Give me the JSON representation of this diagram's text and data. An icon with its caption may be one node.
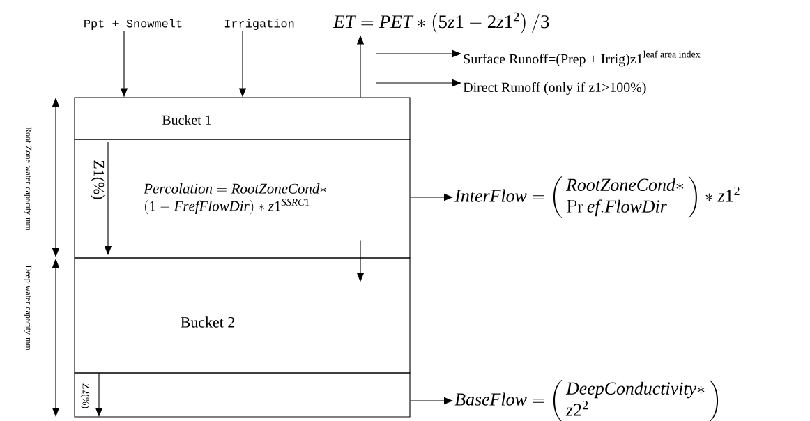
{
  "diagram": {
    "nodes": [
      {
        "text": [
          "Ppt + Snowmelt"
        ]
      },
      {
        "text": [
          "Irrigation"
        ]
      },
      {
        "text": [
          "ET = PET * \\left(5z1 - 2z1^{2}\\right)/3"
        ]
      },
      {
        "text": [
          "Bucket 1"
        ]
      },
      {
        "text": [
          "Z1(%)",
          "\\begin{array}{l} Percolation = RootZoneCond * \\\\ \\left(1 - FrefFlowDir\\right) * z1^{SSRC1} \\end{array}"
        ]
      },
      {
        "text": [
          "Bucket 2"
        ]
      },
      {
        "text": [
          "Z2(%)"
        ]
      },
      {
        "text": [
          "\\text{Surface Runoff=(Prep + Irrig)z1}^{\\text{leaf area index}}"
        ]
      },
      {
        "text": [
          "Direct Runoff (only if z1>100%)"
        ]
      },
      {
        "text": [
          "InterFlow = \\left(\\begin{array}{l} RootZoneCond * \\\\ \\mathrm{Pr}\\,ef.FlowDir \\end{array}\\right) * z1^{2}"
        ]
      },
      {
        "text": [
          "BaseFlow = \\left(\\begin{array}{l} DeepConductivity * \\\\ z2^{2} \\end{array}\\right)"
        ]
      }
    ],
    "edges": [
      {
        "from": 0,
        "to": 3,
        "arrow": "to"
      },
      {
        "from": 1,
        "to": 3,
        "arrow": "to"
      },
      {
        "from": 3,
        "to": 2,
        "arrow": "to"
      },
      {
        "from": null,
        "to": 7,
        "arrow": "to"
      },
      {
        "from": null,
        "to": 8,
        "arrow": "to"
      },
      {
        "from": 4,
        "to": 9,
        "arrow": "to"
      },
      {
        "from": 4,
        "to": 5,
        "arrow": "to"
      },
      {
        "from": 6,
        "to": 10,
        "arrow": "to"
      }
    ],
    "labels": [
      "Root Zone water capacity mm",
      "Deep water capacity mm"
    ]
  }
}
